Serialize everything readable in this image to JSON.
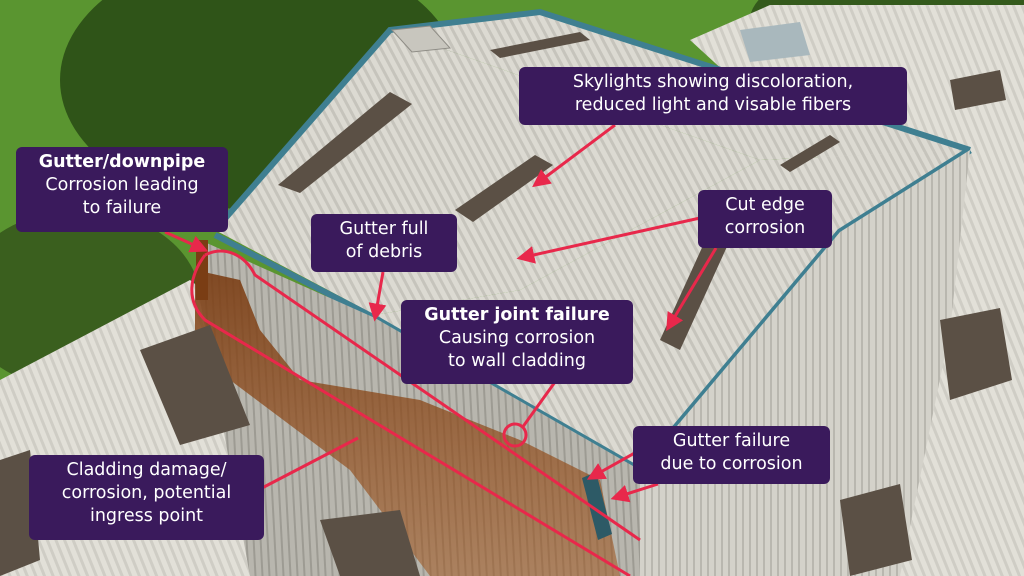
{
  "colors": {
    "callout_background": "#3a1a5c",
    "callout_text": "#ffffff",
    "annotation_red": "#e8284b",
    "rust": "#8a4a1f",
    "roof_panel": "#d9d7cf",
    "skylight": "#5b5045",
    "trim": "#3f7f91",
    "grass": "#4f8a2a"
  },
  "callouts": {
    "skylights": {
      "line1": "Skylights showing discoloration,",
      "line2": "reduced light and visable fibers"
    },
    "gutter_downpipe": {
      "title": "Gutter/downpipe",
      "line1": "Corrosion leading",
      "line2": "to failure"
    },
    "gutter_debris": {
      "line1": "Gutter full",
      "line2": "of debris"
    },
    "cut_edge": {
      "line1": "Cut edge",
      "line2": "corrosion"
    },
    "gutter_joint": {
      "title": "Gutter joint failure",
      "line1": "Causing corrosion",
      "line2": "to wall cladding"
    },
    "gutter_failure": {
      "line1": "Gutter failure",
      "line2": "due to corrosion"
    },
    "cladding_damage": {
      "line1": "Cladding damage/",
      "line2": "corrosion, potential",
      "line3": "ingress point"
    }
  }
}
